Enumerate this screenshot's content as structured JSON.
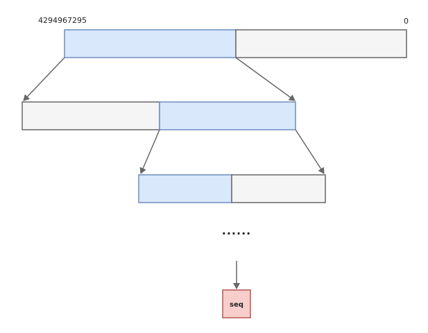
{
  "range": {
    "high_label": "4294967295",
    "low_label": "0"
  },
  "ellipsis": "......",
  "result": {
    "label": "seq"
  },
  "colors": {
    "selected_fill": "#dae8fc",
    "selected_stroke": "#6c8ebf",
    "unselected_fill": "#f5f5f5",
    "unselected_stroke": "#666666",
    "result_fill": "#f8cecc",
    "result_stroke": "#b85450",
    "arrow": "#666666"
  }
}
